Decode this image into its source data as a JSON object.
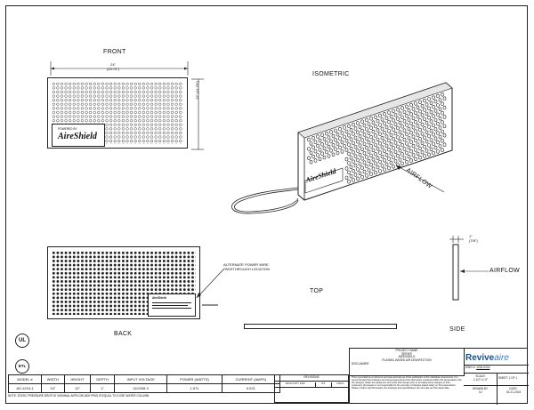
{
  "views": {
    "front": "FRONT",
    "isometric": "ISOMETRIC",
    "back": "BACK",
    "top": "TOP",
    "side": "SIDE"
  },
  "dimensions": {
    "front_width": "24\"",
    "front_width_mm": "(23.75\")",
    "front_height": "12\"",
    "front_height_mm": "(11.75\")",
    "side_depth": "1\"",
    "side_depth_alt": "(7/8\")"
  },
  "callouts": {
    "airflow_iso": "AIRFLOW",
    "airflow_side": "AIRFLOW",
    "alt_power_line1": "ALTERNATE POWER WIRE",
    "alt_power_line2": "PASSTHROUGH LOCATION"
  },
  "brand": {
    "panel_small": "POWERED BY",
    "panel_logo": "AireShield",
    "company": "Reviveaire",
    "company_main": "Revive",
    "company_tail": "aire"
  },
  "title_block": {
    "project_name_label": "PROJECT NAME",
    "series_line": "SERIES",
    "series_value": "AIRESHIELD",
    "subtitle": "PLASMIC-BASED AIR DISINFECTION",
    "disclaimer_label": "DISCLAIMER",
    "disclaimer_text": "This is provided as a reference and was accurate as of the publication of the individual components. It is recommended that if designs are being based around the information contained within this presentation that the designer obtain the equipment and verify their design prior to providing these designs to their customers. Reviveaire is not responsible for the accuracy of designs based solely on this presentation. Please confirm with Reviveaire the drawings and specifications are accurate and the latest data.",
    "dwg_label": "DWG #:",
    "dwg_value": "1224-0224",
    "scale_label": "SCALE:",
    "scale_value": "1-1/2\"=1'-0\"",
    "sheet_value": "SHEET 1 OF 1",
    "drawn_label": "DRAWN BY:",
    "drawn_value": "SJ",
    "date_label": "DATE:",
    "date_value": "03-21-2024"
  },
  "revisions": {
    "title": "REVISIONS",
    "headers": [
      "DESCRIPTION",
      "BY",
      "DATE"
    ]
  },
  "spec_table": {
    "headers": [
      "MODEL #",
      "WIDTH",
      "HEIGHT",
      "DEPTH",
      "INPUT VOLTAGE",
      "POWER (WATTS)",
      "CURRENT (AMPS)"
    ],
    "row": [
      "AS-1224-1",
      "24\"",
      "12\"",
      "1\"",
      "110/208 V",
      "1.571",
      "0.021"
    ]
  },
  "note": "NOTE: STATIC PRESSURE DROP AT NOMINAL AIRFLOW (500 FPM) IS EQUAL TO 0.038\" WATER COLUMN",
  "certifications": [
    "UL",
    "ETL"
  ]
}
